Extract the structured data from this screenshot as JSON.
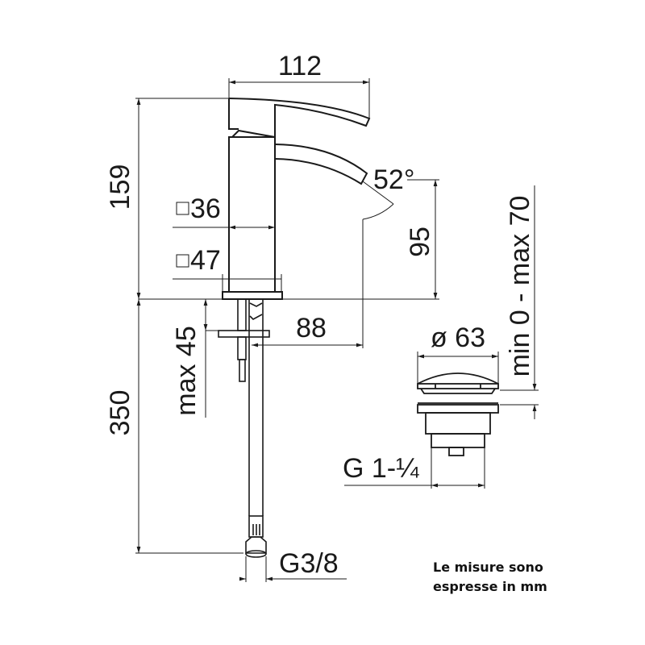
{
  "dimensions": {
    "width_total": "112",
    "height_total": "159",
    "square_36": "36",
    "square_47": "47",
    "spout_angle": "52°",
    "spout_height": "95",
    "spout_reach": "88",
    "max_thickness": "max 45",
    "hose_length": "350",
    "hose_thread": "G3/8",
    "waste_diameter": "ø 63",
    "waste_range": "min 0 - max 70",
    "waste_thread": "G 1-¼"
  },
  "note": {
    "line1": "Le misure sono",
    "line2": "espresse in mm"
  },
  "colors": {
    "line": "#1a1a1a",
    "background": "#ffffff"
  }
}
